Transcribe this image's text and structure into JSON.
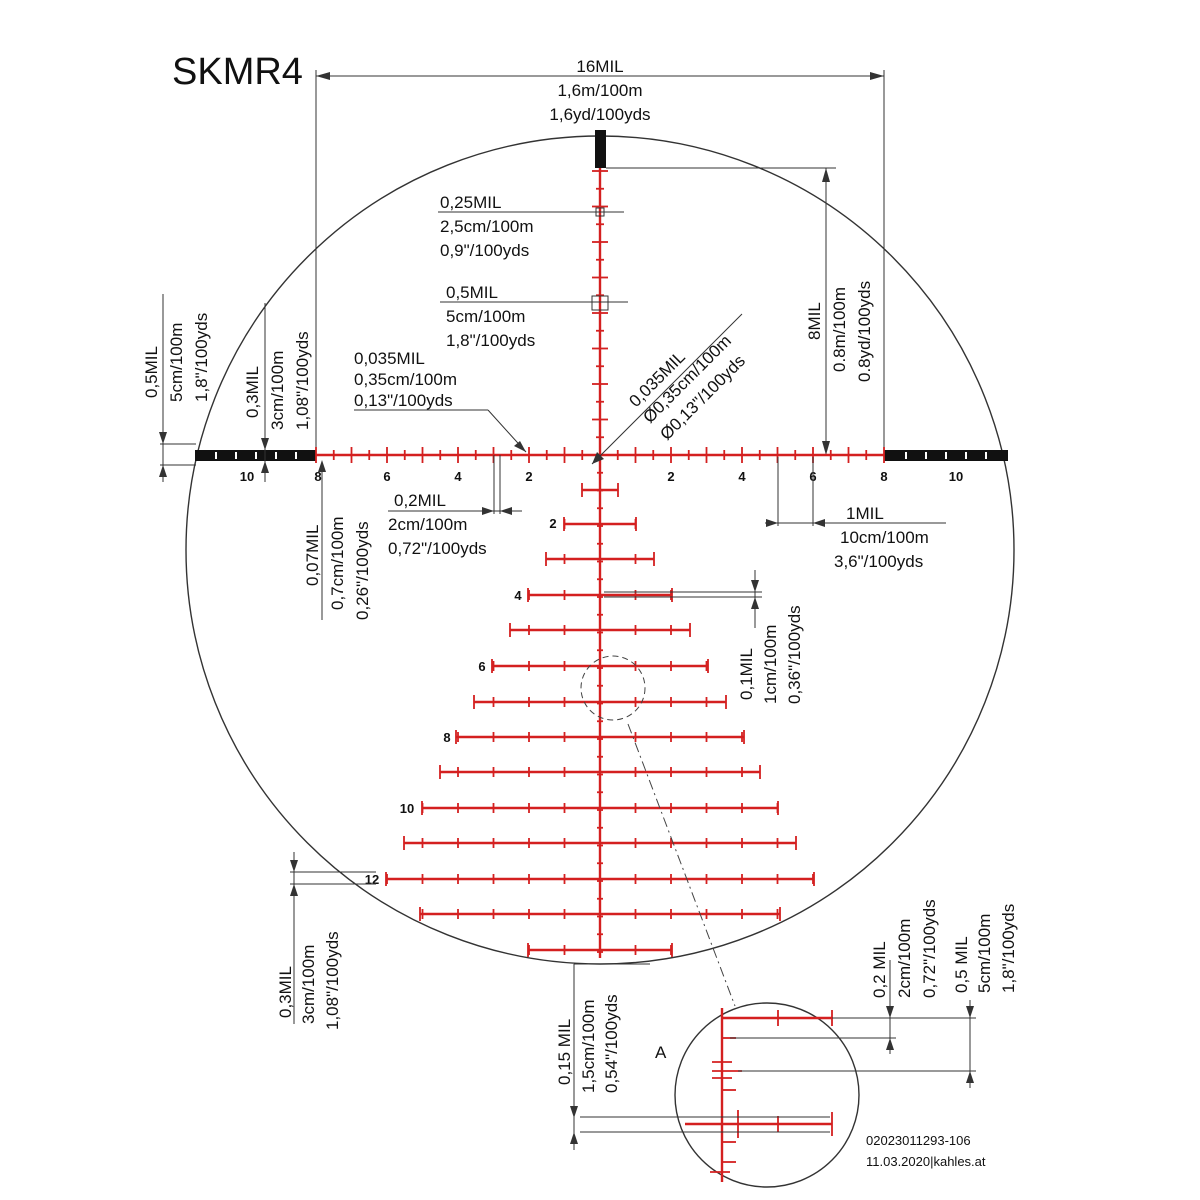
{
  "title": "SKMR4",
  "top_dim": [
    "16MIL",
    "1,6m/100m",
    "1,6yd/100yds"
  ],
  "right_dim": [
    "8MIL",
    "0.8m/100m",
    "0.8yd/100yds"
  ],
  "dim_025": [
    "0,25MIL",
    "2,5cm/100m",
    "0,9\"/100yds"
  ],
  "dim_05": [
    "0,5MIL",
    "5cm/100m",
    "1,8\"/100yds"
  ],
  "dim_0035": [
    "0,035MIL",
    "0,35cm/100m",
    "0,13\"/100yds"
  ],
  "dim_diag": [
    "0,035MIL",
    "Ø0,35cm/100m",
    "Ø0,13\"/100yds"
  ],
  "left_05": [
    "0,5MIL",
    "5cm/100m",
    "1,8\"/100yds"
  ],
  "left_03": [
    "0,3MIL",
    "3cm/100m",
    "1,08\"/100yds"
  ],
  "dim_02": [
    "0,2MIL",
    "2cm/100m",
    "0,72\"/100yds"
  ],
  "dim_007": [
    "0,07MIL",
    "0,7cm/100m",
    "0,26\"/100yds"
  ],
  "dim_1mil": [
    "1MIL",
    "10cm/100m",
    "3,6\"/100yds"
  ],
  "dim_01": [
    "0,1MIL",
    "1cm/100m",
    "0,36\"/100yds"
  ],
  "bottom_03": [
    "0,3MIL",
    "3cm/100m",
    "1,08\"/100yds"
  ],
  "dim_015": [
    "0,15 MIL",
    "1,5cm/100m",
    "0,54\"/100yds"
  ],
  "detail_02": [
    "0,2 MIL",
    "2cm/100m",
    "0,72\"/100yds"
  ],
  "detail_05": [
    "0,5 MIL",
    "5cm/100m",
    "1,8\"/100yds"
  ],
  "horiz_labels_left": [
    "10",
    "8",
    "6",
    "4",
    "2"
  ],
  "horiz_labels_right": [
    "2",
    "4",
    "6",
    "8",
    "10"
  ],
  "vert_labels": [
    "2",
    "4",
    "6",
    "8",
    "10",
    "12"
  ],
  "detail_label": "A",
  "footer": [
    "02023011293-106",
    "11.03.2020|kahles.at"
  ]
}
